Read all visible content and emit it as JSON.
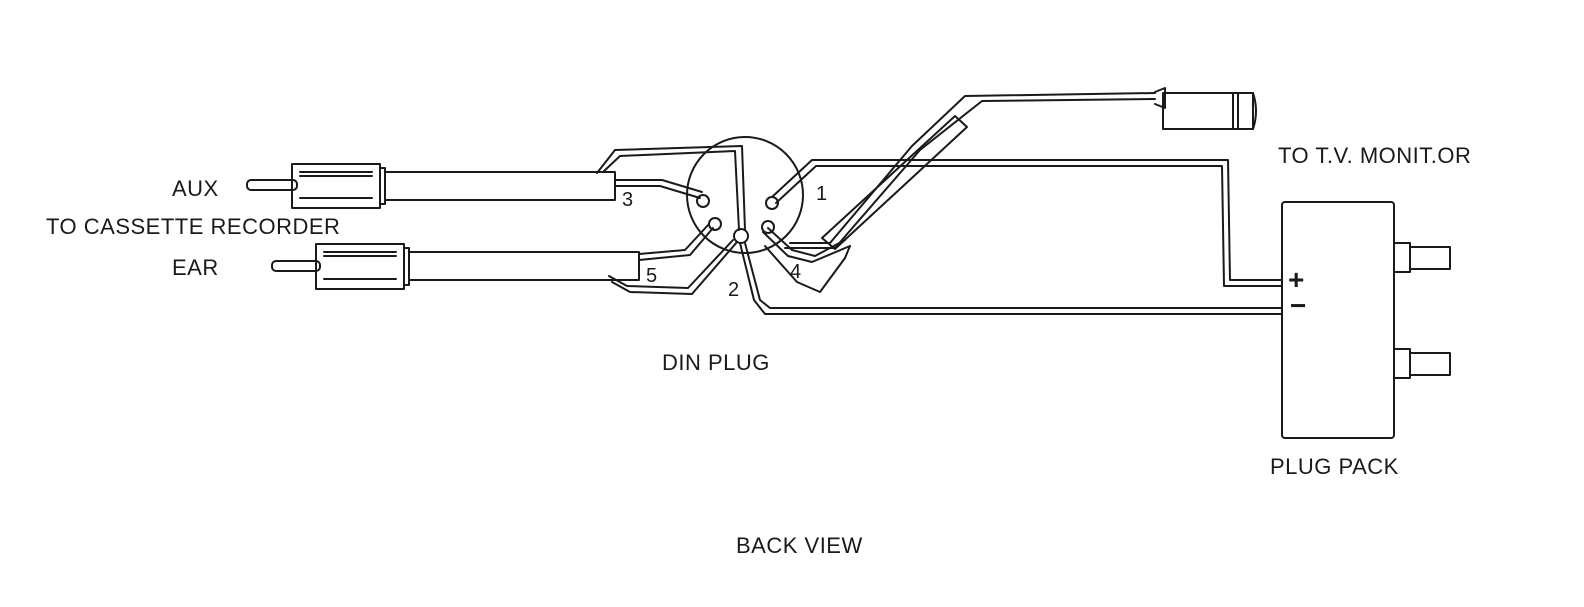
{
  "labels": {
    "aux": "AUX",
    "to_cassette_recorder": "TO CASSETTE RECORDER",
    "ear": "EAR",
    "to_tv_monitor": "TO T.V. MONIT.OR",
    "din_plug": "DIN PLUG",
    "plug_pack": "PLUG PACK",
    "back_view": "BACK VIEW"
  },
  "pins": {
    "p1": "1",
    "p2": "2",
    "p3": "3",
    "p4": "4",
    "p5": "5"
  },
  "polarity": {
    "plus": "+",
    "minus": "−"
  },
  "colors": {
    "ink": "#1a1a1a",
    "background": "#ffffff"
  }
}
